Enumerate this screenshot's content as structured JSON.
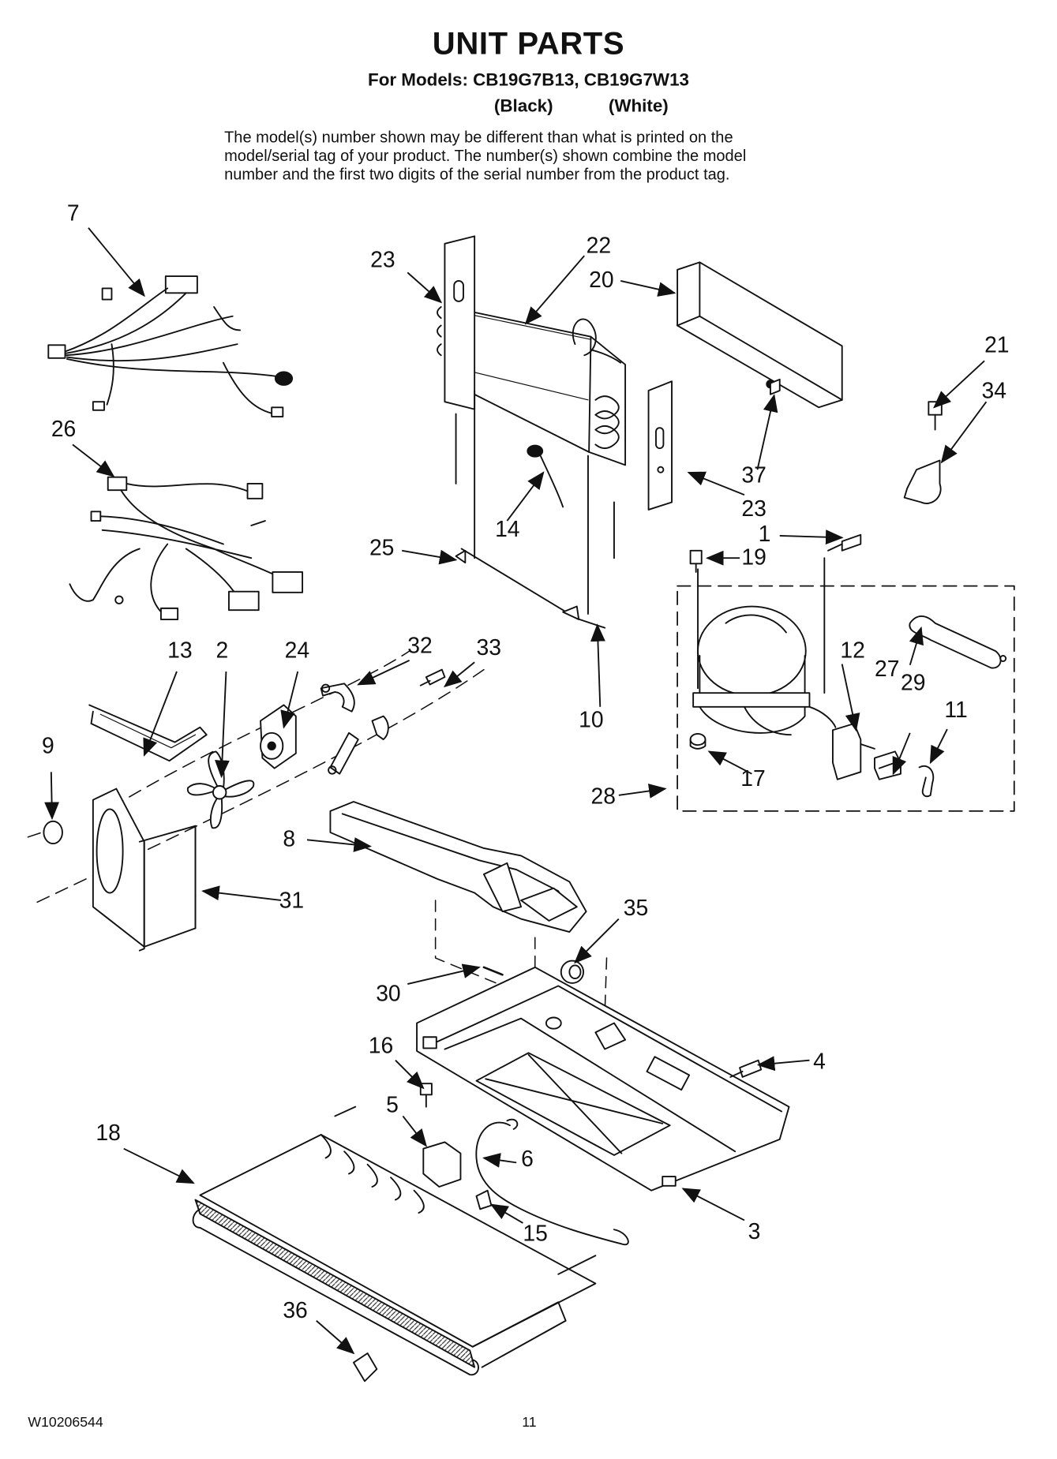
{
  "header": {
    "title": "UNIT PARTS",
    "models_line": "For Models: CB19G7B13, CB19G7W13",
    "variant_black": "(Black)",
    "variant_white": "(White)",
    "note_lines": [
      "The model(s) number shown may be different than what is printed on the",
      "model/serial tag of your product. The number(s) shown combine the model",
      "number and the first two digits of the serial number from the product tag."
    ]
  },
  "callouts": {
    "c1": "1",
    "c2": "2",
    "c3": "3",
    "c4": "4",
    "c5": "5",
    "c6": "6",
    "c7": "7",
    "c8": "8",
    "c9": "9",
    "c10": "10",
    "c11": "11",
    "c12": "12",
    "c13": "13",
    "c14": "14",
    "c15": "15",
    "c16": "16",
    "c17": "17",
    "c18": "18",
    "c19": "19",
    "c20": "20",
    "c21": "21",
    "c22": "22",
    "c23a": "23",
    "c23b": "23",
    "c24": "24",
    "c25": "25",
    "c26": "26",
    "c27": "27",
    "c28": "28",
    "c29": "29",
    "c30": "30",
    "c31": "31",
    "c32": "32",
    "c33": "33",
    "c34": "34",
    "c35": "35",
    "c36": "36",
    "c37": "37"
  },
  "footer": {
    "doc_number": "W10206544",
    "page_number": "11"
  }
}
